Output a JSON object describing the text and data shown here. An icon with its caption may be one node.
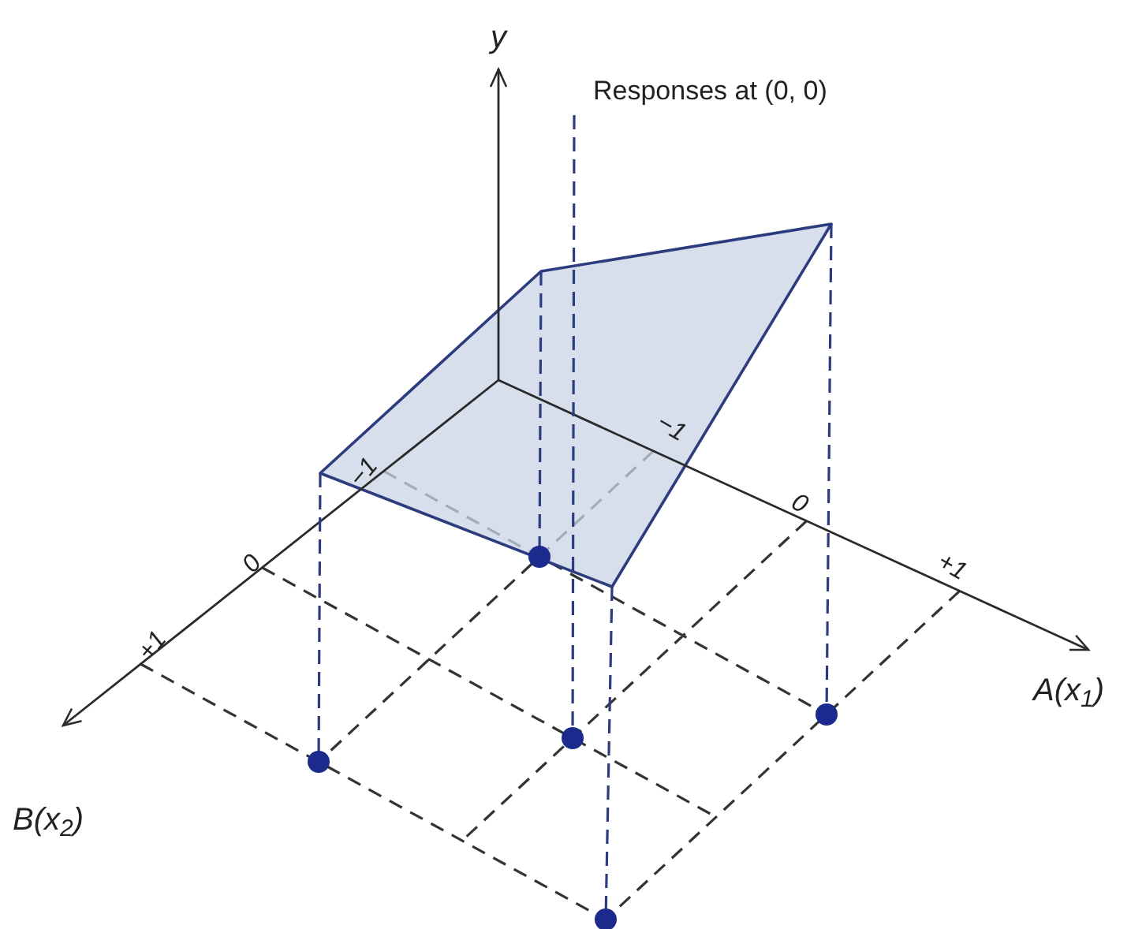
{
  "diagram": {
    "labels": [
      "y",
      "Responses at (0, 0)",
      "−1",
      "−1",
      "0",
      "0",
      "+1",
      "+1",
      "A(x$_{1}$)",
      "B(x$_{2}$)"
    ]
  }
}
